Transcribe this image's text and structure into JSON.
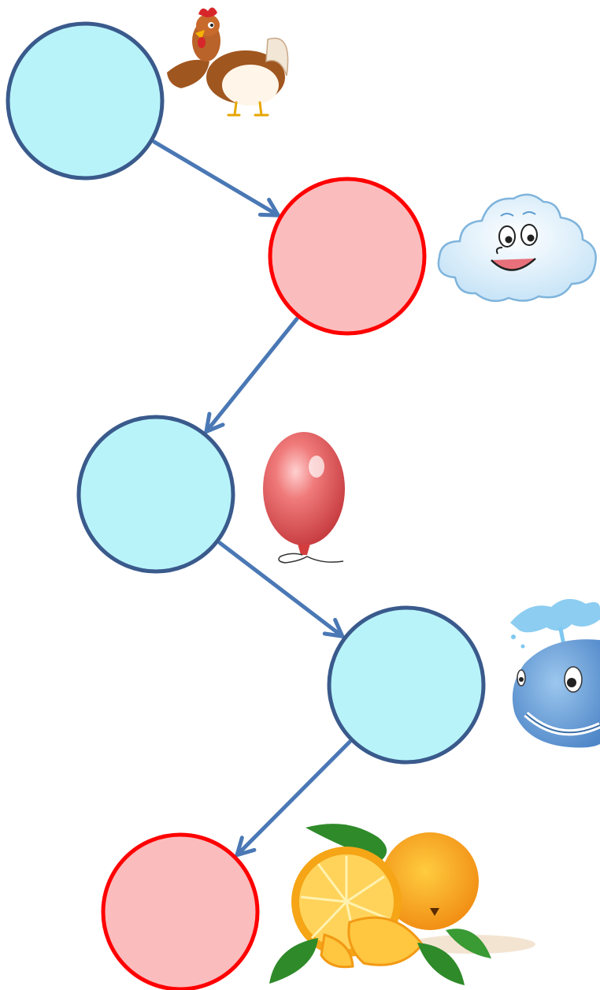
{
  "nodes": [
    {
      "id": "node-1",
      "kind": "vowel",
      "picture": "hen"
    },
    {
      "id": "node-2",
      "kind": "consonant",
      "picture": "cloud"
    },
    {
      "id": "node-3",
      "kind": "vowel",
      "picture": "balloon"
    },
    {
      "id": "node-4",
      "kind": "vowel",
      "picture": "whale"
    },
    {
      "id": "node-5",
      "kind": "consonant",
      "picture": "orange"
    }
  ],
  "edges": [
    {
      "from": "node-1",
      "to": "node-2"
    },
    {
      "from": "node-2",
      "to": "node-3"
    },
    {
      "from": "node-3",
      "to": "node-4"
    },
    {
      "from": "node-4",
      "to": "node-5"
    }
  ],
  "colors": {
    "vowel_fill": "#b8f3fa",
    "vowel_stroke": "#3a5a8c",
    "consonant_fill": "#fbbcbd",
    "consonant_stroke": "#ff0000",
    "arrow": "#4a78b5"
  }
}
